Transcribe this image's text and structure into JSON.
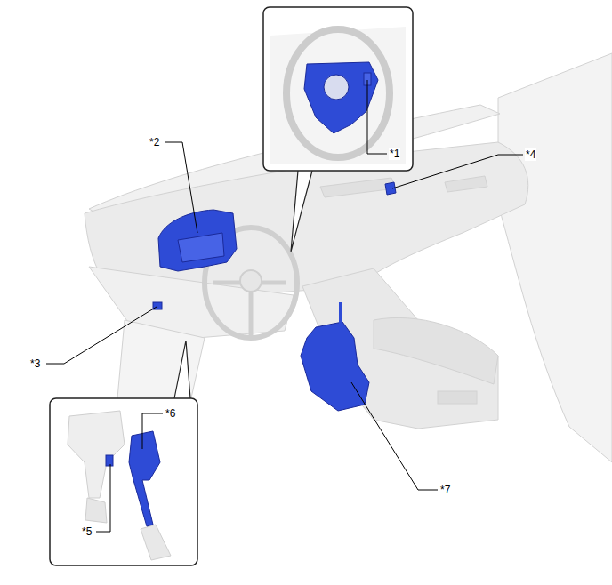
{
  "diagram": {
    "labels": [
      "*1",
      "*2",
      "*3",
      "*4",
      "*5",
      "*6",
      "*7"
    ]
  }
}
